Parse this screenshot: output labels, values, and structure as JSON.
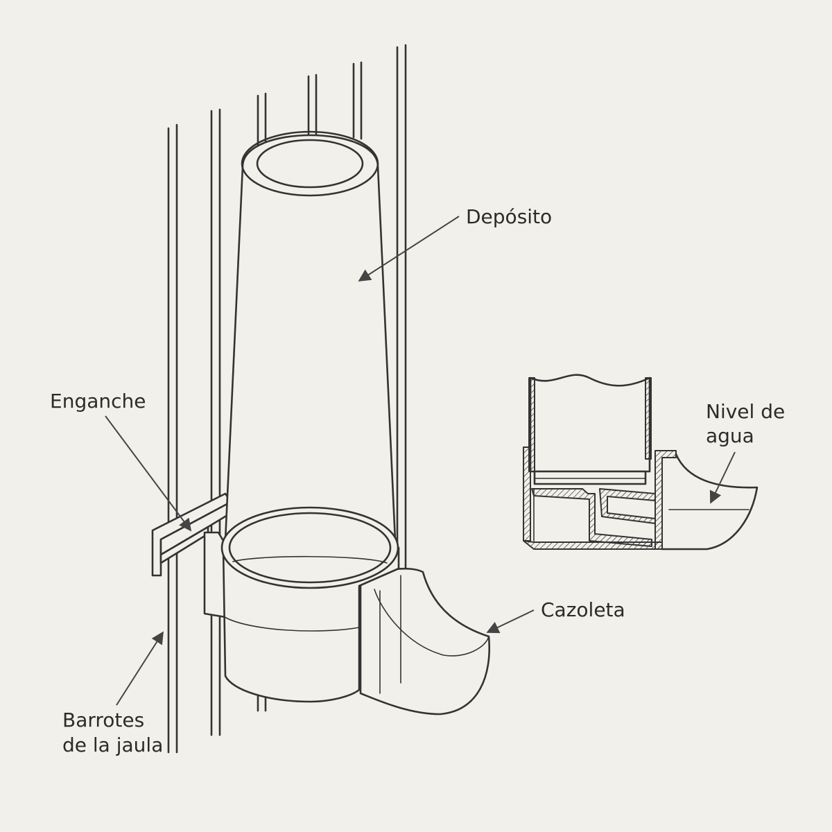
{
  "labels": {
    "deposito": "Depósito",
    "enganche": "Enganche",
    "nivel_line1": "Nivel de",
    "nivel_line2": "agua",
    "cazoleta": "Cazoleta",
    "barrotes_line1": "Barrotes",
    "barrotes_line2": "de la jaula"
  },
  "colors": {
    "background": "#f1f0ea",
    "line": "#333333",
    "text": "#2b2b2b"
  }
}
